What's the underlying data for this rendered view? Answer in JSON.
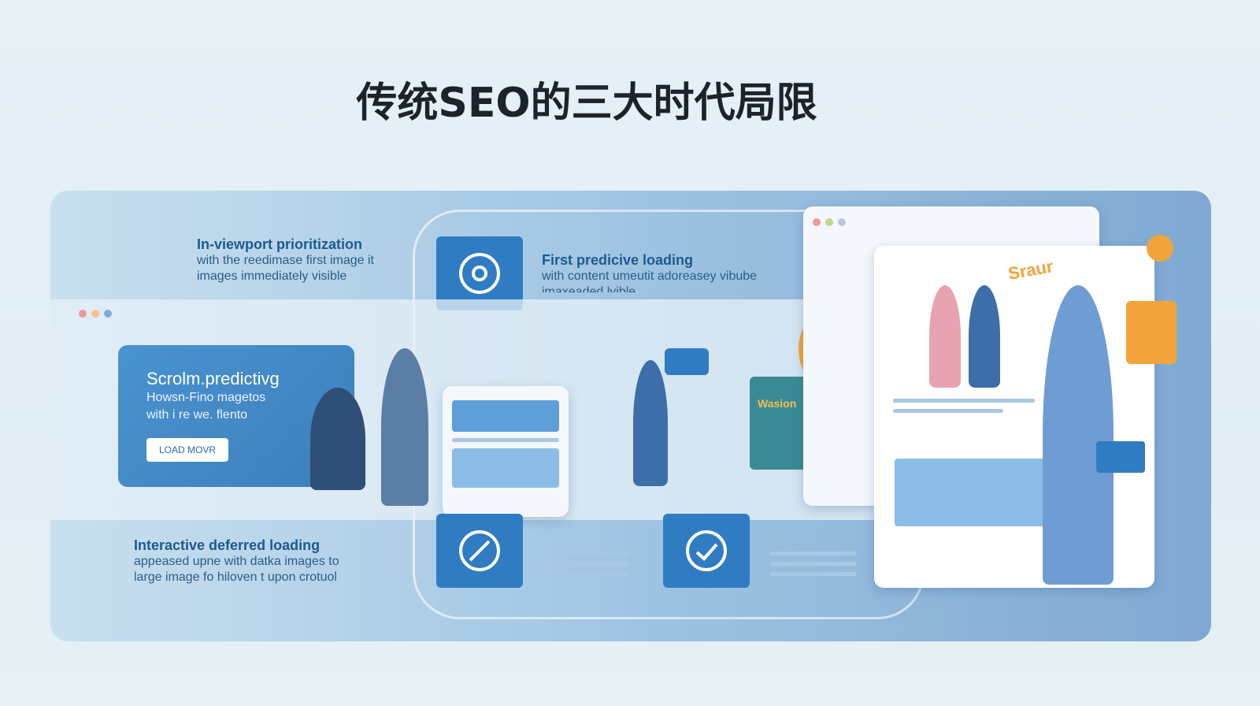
{
  "title": "传统SEO的三大时代局限",
  "sections": [
    {
      "heading": "In-viewport prioritization",
      "body": [
        "with the reedimase first image it",
        "images immediately visible"
      ]
    },
    {
      "heading": "First predicive loading",
      "body": [
        "with content umeutit adoreasey vibube",
        "imaxeaded lyible"
      ]
    },
    {
      "heading": "Interactive deferred loading",
      "body": [
        "appeased upne with datka images to",
        "large image fo hiloven t upon crotuol"
      ]
    }
  ],
  "card": {
    "heading": "Scrolm.predictivg",
    "body": [
      "Howsn-Fino magetos",
      "with i re we. flento"
    ],
    "button": "LOAD MOVR"
  },
  "labels": {
    "sign": "Wasion",
    "brand": "Sraur"
  },
  "colors": {
    "accent": "#2f7cc3",
    "orange": "#f2a43a",
    "title": "#1d232b"
  }
}
